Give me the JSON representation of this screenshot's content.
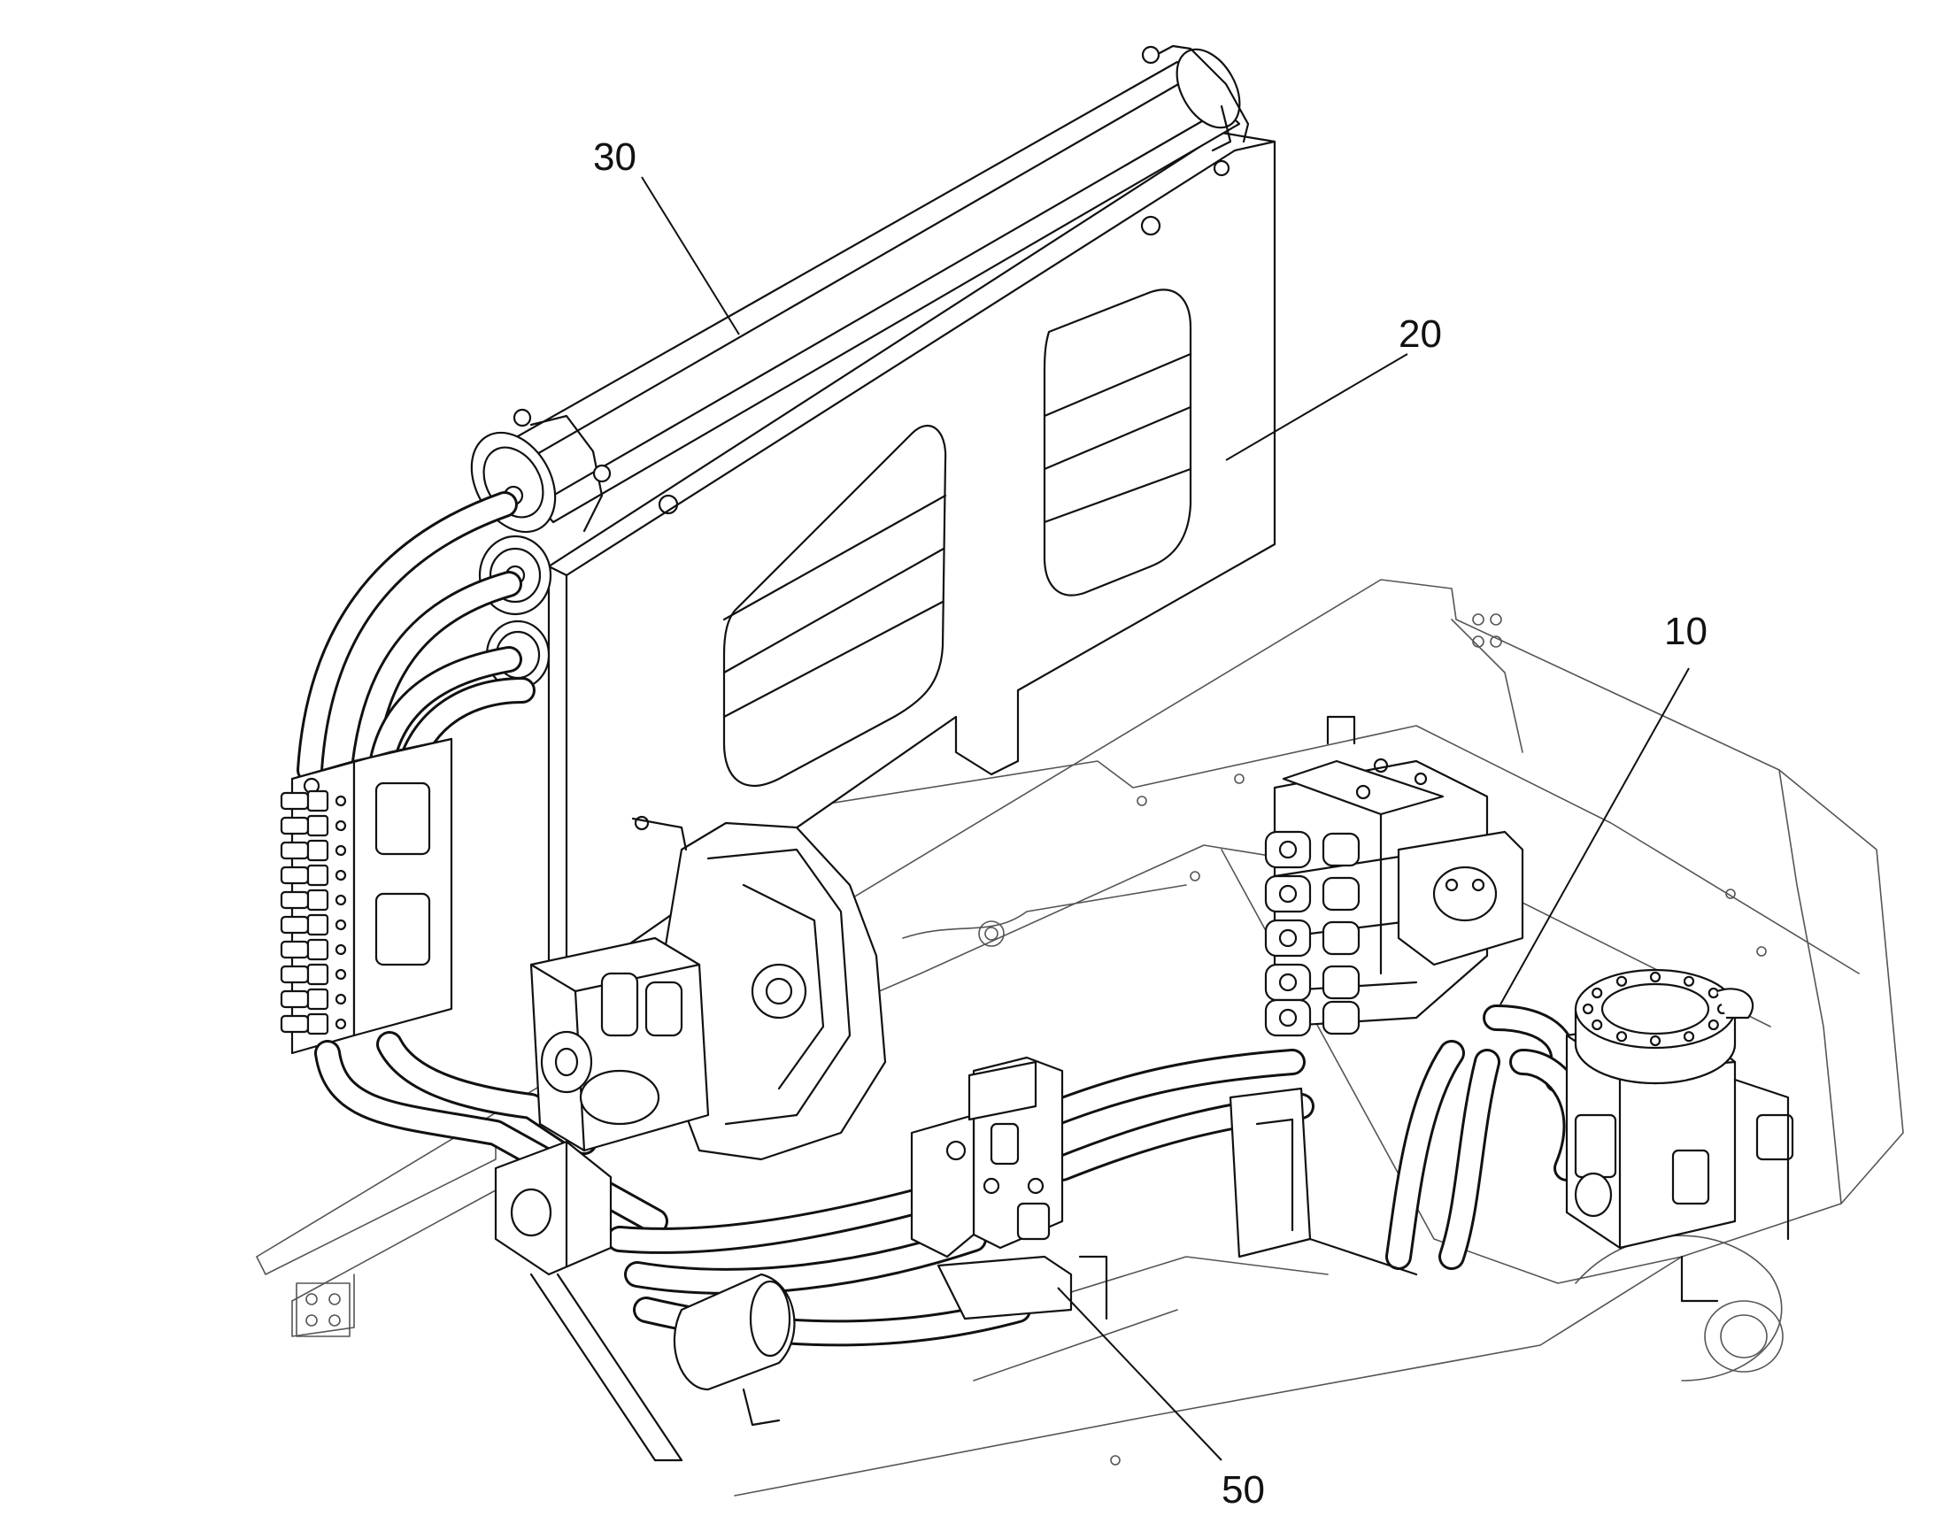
{
  "figure": {
    "callouts": [
      {
        "id": "callout-10",
        "label": "10"
      },
      {
        "id": "callout-20",
        "label": "20"
      },
      {
        "id": "callout-30",
        "label": "30"
      },
      {
        "id": "callout-50",
        "label": "50"
      }
    ]
  }
}
